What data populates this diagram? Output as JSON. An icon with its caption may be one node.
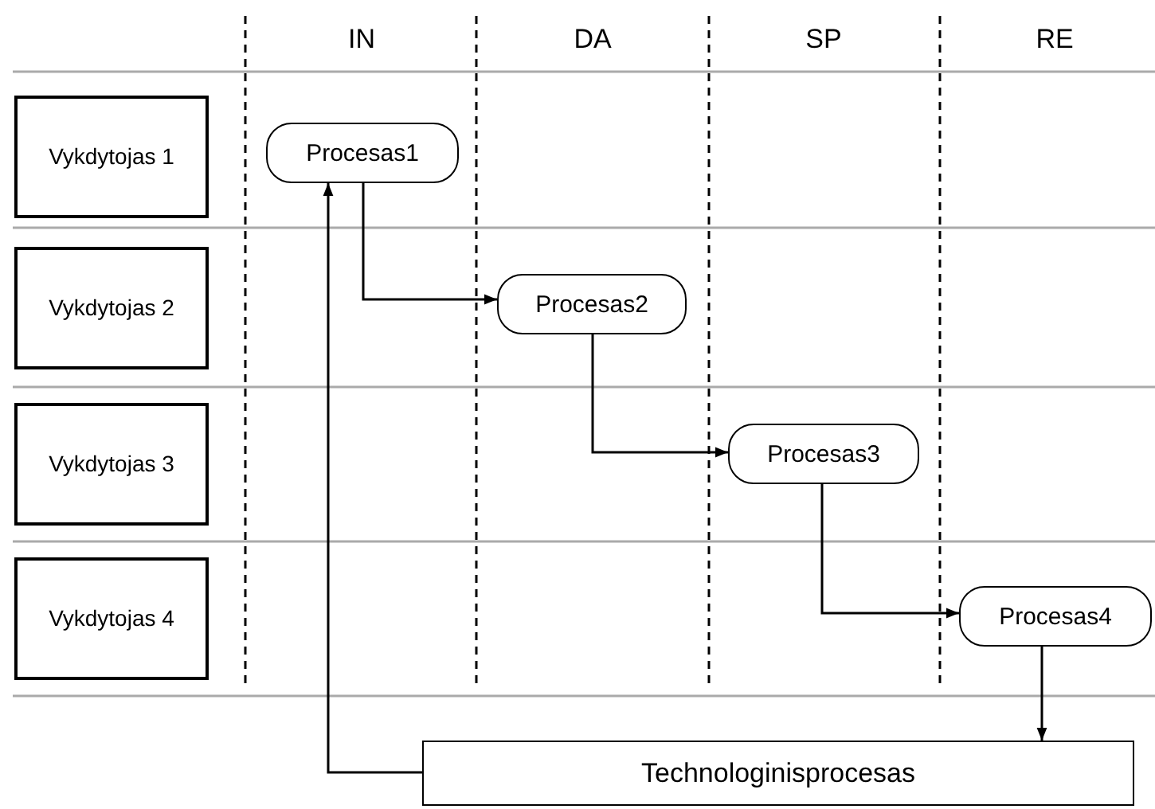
{
  "diagram": {
    "nodes": [
      {
        "text": [
          "Vykdytojas 1"
        ]
      },
      {
        "text": [
          "Vykdytojas 2"
        ]
      },
      {
        "text": [
          "Vykdytojas 3"
        ]
      },
      {
        "text": [
          "Vykdytojas 4"
        ]
      },
      {
        "text": [
          "Procesas1"
        ]
      },
      {
        "text": [
          "Procesas2"
        ]
      },
      {
        "text": [
          "Procesas3"
        ]
      },
      {
        "text": [
          "Procesas4"
        ]
      },
      {
        "text": [
          "Technologinisprocesas"
        ]
      }
    ],
    "edges": [
      {
        "from": 4,
        "to": 5,
        "arrow": "to"
      },
      {
        "from": 5,
        "to": 6,
        "arrow": "to"
      },
      {
        "from": 6,
        "to": 7,
        "arrow": "to"
      },
      {
        "from": 7,
        "to": 8,
        "arrow": "to"
      },
      {
        "from": 8,
        "to": 4,
        "arrow": "to"
      }
    ],
    "labels": [
      "IN",
      "DA",
      "SP",
      "RE"
    ]
  }
}
